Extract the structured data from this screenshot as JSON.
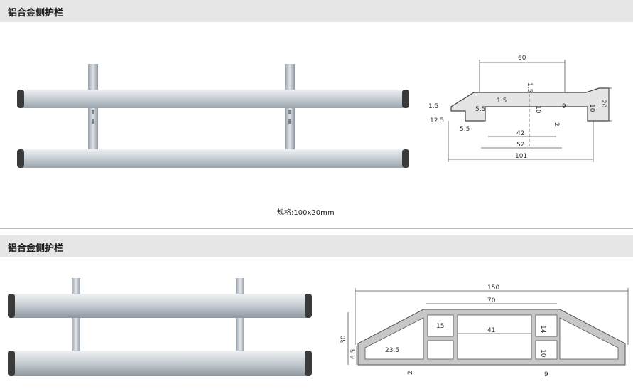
{
  "sections": [
    {
      "title": "铝合金侧护栏",
      "spec": "规格:100x20mm",
      "dims": [
        "60",
        "1.5",
        "1.5",
        "1.5",
        "12.5",
        "5.5",
        "5.5",
        "10",
        "9",
        "2",
        "10",
        "20",
        "42",
        "52",
        "101"
      ]
    },
    {
      "title": "铝合金侧护栏",
      "dims": [
        "150",
        "70",
        "15",
        "41",
        "14",
        "10",
        "30",
        "6.5",
        "23.5",
        "2",
        "9"
      ]
    }
  ],
  "colors": {
    "header_bg": "#e6e6e6",
    "rail": "#c9d0d6",
    "endcap": "#3a3a3a",
    "profile_fill": "#c7c7c7"
  }
}
